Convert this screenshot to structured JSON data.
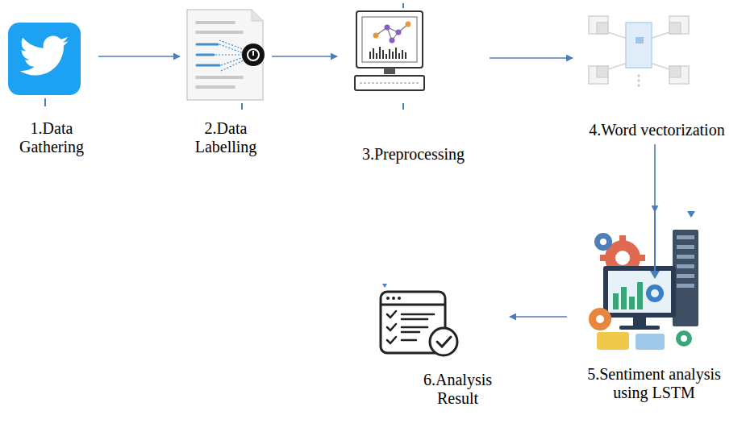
{
  "diagram": {
    "nodes": [
      {
        "text": [
          "1.Data Gathering"
        ]
      },
      {
        "text": [
          "2.Data Labelling"
        ]
      },
      {
        "text": [
          "3.Preprocessing"
        ]
      },
      {
        "text": [
          "4.Word vectorization"
        ]
      },
      {
        "text": [
          "5.Sentiment analysis using LSTM"
        ]
      },
      {
        "text": [
          "6.Analysis Result"
        ]
      }
    ],
    "edges": [
      {
        "from": 0,
        "to": 1,
        "arrow": "to"
      },
      {
        "from": 1,
        "to": 2,
        "arrow": "to"
      },
      {
        "from": 2,
        "to": 3,
        "arrow": "to"
      },
      {
        "from": 3,
        "to": 4,
        "arrow": "to"
      },
      {
        "from": 4,
        "to": 5,
        "arrow": "to"
      }
    ]
  }
}
